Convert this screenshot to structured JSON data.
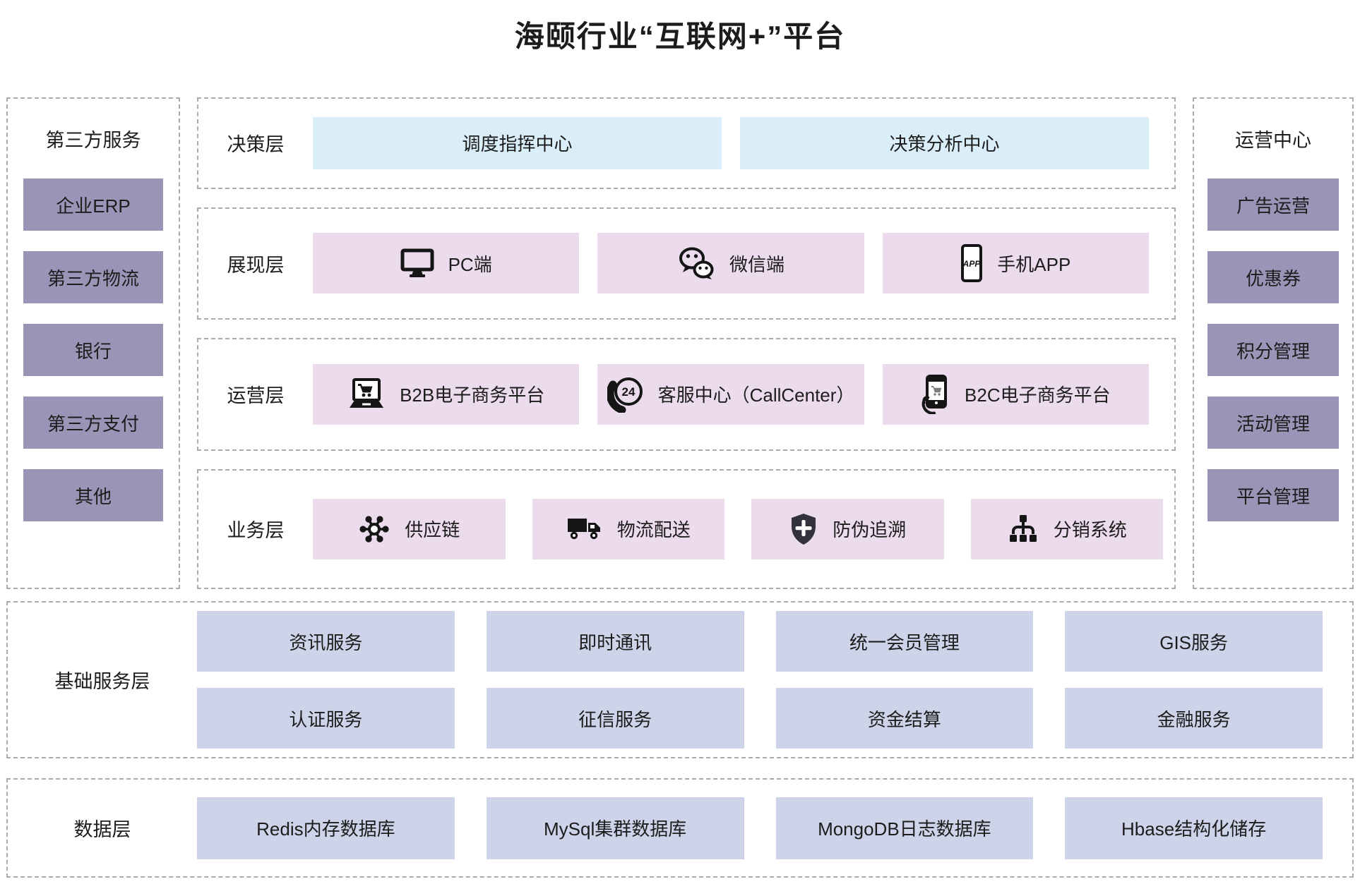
{
  "title": "海颐行业“互联网+”平台",
  "colors": {
    "side_box": "#9c94b6",
    "decision_box": "#daeef9",
    "layer_box": "#ecdbec",
    "service_box": "#cdd3e8",
    "dashed_border": "#ababab",
    "text": "#1c1c1c",
    "icon": "#151515",
    "shield_fill": "#32323e"
  },
  "left_panel": {
    "title": "第三方服务",
    "items": [
      "企业ERP",
      "第三方物流",
      "银行",
      "第三方支付",
      "其他"
    ]
  },
  "right_panel": {
    "title": "运营中心",
    "items": [
      "广告运营",
      "优惠券",
      "积分管理",
      "活动管理",
      "平台管理"
    ]
  },
  "layers": {
    "decision": {
      "label": "决策层",
      "items": [
        {
          "label": "调度指挥中心"
        },
        {
          "label": "决策分析中心"
        }
      ]
    },
    "presentation": {
      "label": "展现层",
      "items": [
        {
          "label": "PC端",
          "icon": "monitor-icon"
        },
        {
          "label": "微信端",
          "icon": "wechat-icon"
        },
        {
          "label": "手机APP",
          "icon": "phone-app-icon"
        }
      ]
    },
    "operation": {
      "label": "运营层",
      "items": [
        {
          "label": "B2B电子商务平台",
          "icon": "laptop-cart-icon"
        },
        {
          "label": "客服中心（CallCenter）",
          "icon": "phone-24-icon"
        },
        {
          "label": "B2C电子商务平台",
          "icon": "hand-phone-cart-icon"
        }
      ]
    },
    "business": {
      "label": "业务层",
      "items": [
        {
          "label": "供应链",
          "icon": "network-icon"
        },
        {
          "label": "物流配送",
          "icon": "truck-icon"
        },
        {
          "label": "防伪追溯",
          "icon": "shield-icon"
        },
        {
          "label": "分销系统",
          "icon": "hierarchy-icon"
        }
      ]
    },
    "base_service": {
      "label": "基础服务层",
      "rows": [
        [
          "资讯服务",
          "即时通讯",
          "统一会员管理",
          "GIS服务"
        ],
        [
          "认证服务",
          "征信服务",
          "资金结算",
          "金融服务"
        ]
      ]
    },
    "data": {
      "label": "数据层",
      "items": [
        "Redis内存数据库",
        "MySql集群数据库",
        "MongoDB日志数据库",
        "Hbase结构化储存"
      ]
    }
  }
}
